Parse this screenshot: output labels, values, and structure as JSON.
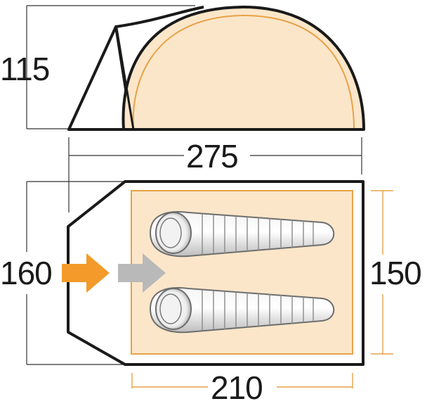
{
  "dimensions": {
    "height": "115",
    "total_length": "275",
    "width": "160",
    "inner_width": "150",
    "inner_length": "210"
  },
  "colors": {
    "outline": "#1a1a1a",
    "inner_fill": "#fbe6c9",
    "inner_border": "#e6a248",
    "accent_arrow": "#f39a2a",
    "grey_arrow": "#b9b9b9",
    "outer_line": "#333333",
    "bag_shade": "#9a9a9a"
  },
  "icons": {
    "entrance_arrow": "arrow-right-icon",
    "sleeping_bag": "sleeping-bag-icon"
  },
  "sleeping_bags": 2
}
